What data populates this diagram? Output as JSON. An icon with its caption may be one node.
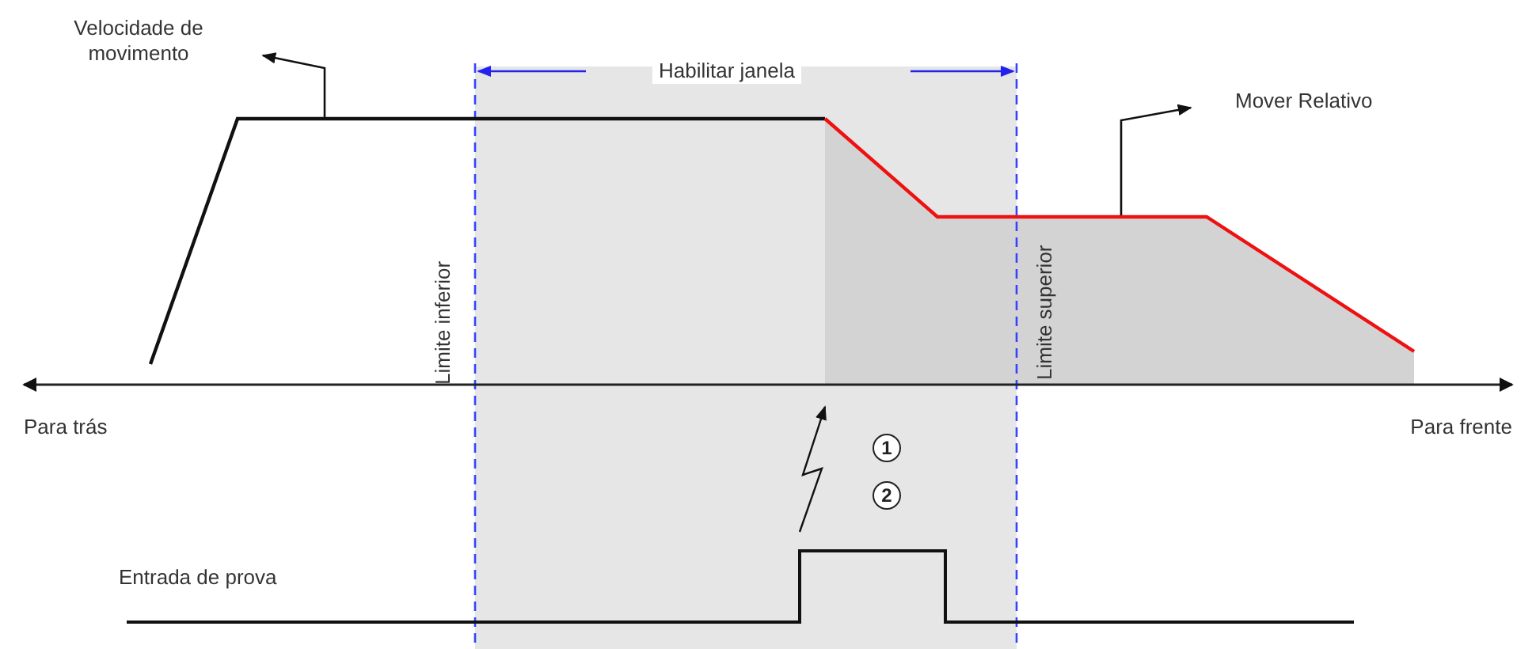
{
  "diagram": {
    "nodes": [
      {
        "text": [
          "Velocidade de movimento"
        ]
      },
      {
        "text": [],
        "shape": "line"
      },
      {
        "text": [
          "Mover Relativo"
        ]
      },
      {
        "text": [],
        "shape": "line"
      }
    ],
    "edges": [
      {
        "from": 1,
        "to": 0,
        "arrow": "to"
      },
      {
        "from": 3,
        "to": 2,
        "arrow": "to"
      }
    ],
    "labels": [
      "Habilitar janela",
      "Limite inferior",
      "Limite superior",
      "Para trás",
      "Para frente",
      "1",
      "2",
      "Entrada de prova"
    ]
  }
}
